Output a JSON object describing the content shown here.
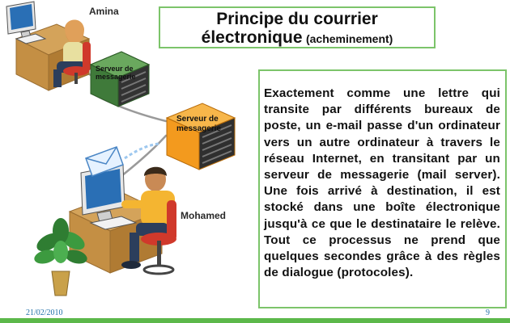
{
  "title": {
    "line1": "Principe du courrier",
    "line2_main": "électronique",
    "line2_sub": "(acheminement)"
  },
  "people": {
    "sender": "Amina",
    "recipient": "Mohamed"
  },
  "servers": {
    "server_1": [
      "Serveur de",
      "messagerie"
    ],
    "server_2": [
      "Serveur de",
      "messagerie"
    ]
  },
  "body": {
    "text": "Exactement comme une lettre qui transite par différents bureaux de poste, un e-mail passe d'un ordinateur vers un autre ordinateur à travers le réseau Internet, en transitant par un serveur de messagerie (mail server). Une fois arrivé à destination, il est stocké dans une boîte électronique jusqu'à ce que le destinataire le relève. Tout ce processus ne prend que quelques secondes grâce à des règles de dialogue (protocoles)."
  },
  "footer": {
    "date": "21/02/2010",
    "page": "9"
  },
  "colors": {
    "accent_green": "#5cb84a",
    "server_1_label": "#3f7a3a",
    "server_2_label": "#f39a1e",
    "footer_text": "#1f6fa8"
  }
}
